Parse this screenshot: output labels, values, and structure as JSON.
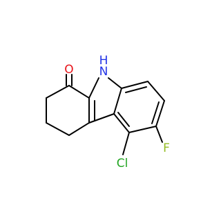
{
  "molecule": {
    "atoms": {
      "oxygen": {
        "label": "O",
        "color": "#e8141b"
      },
      "nitrogen": {
        "label": "N",
        "color": "#2233e6"
      },
      "hydrogen": {
        "label": "H",
        "color": "#2233e6"
      },
      "chlorine": {
        "label": "Cl",
        "color": "#22a522"
      },
      "fluorine": {
        "label": "F",
        "color": "#95bd25"
      }
    },
    "bond_color": "#000000",
    "background": "#ffffff"
  }
}
